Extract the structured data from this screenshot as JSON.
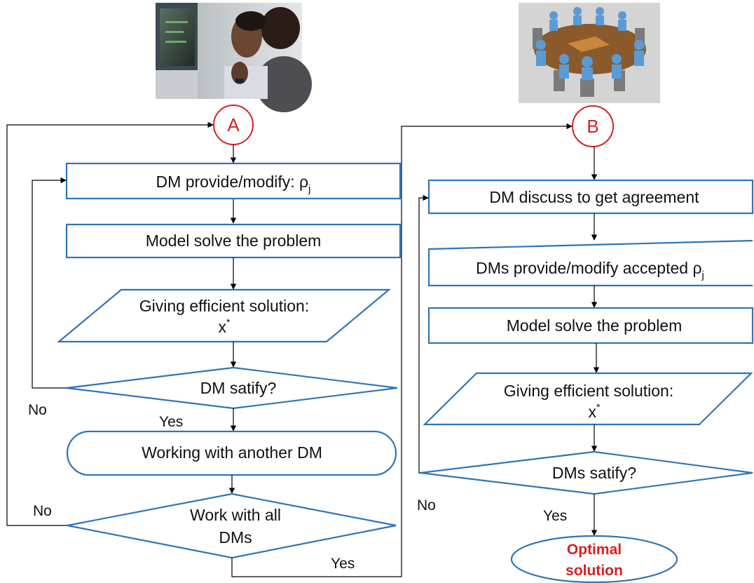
{
  "left": {
    "connector": "A",
    "provide": "DM provide/modify: ρ",
    "provide_sub": "j",
    "model": "Model solve the problem",
    "giving_line1": "Giving efficient solution:",
    "giving_x": "x",
    "giving_sup": "*",
    "satisfy": "DM satify?",
    "no1": "No",
    "yes1": "Yes",
    "working": "Working with another DM",
    "no2": "No",
    "workall_line1": "Work with all",
    "workall_line2": "DMs",
    "yes2": "Yes"
  },
  "right": {
    "connector": "B",
    "discuss": "DM discuss to get agreement",
    "provide": "DMs provide/modify accepted ρ",
    "provide_sub": "j",
    "model": "Model solve the problem",
    "giving_line1": "Giving efficient solution:",
    "giving_x": "x",
    "giving_sup": "*",
    "satisfy": "DMs satify?",
    "no": "No",
    "yes": "Yes",
    "optimal_line1": "Optimal",
    "optimal_line2": "solution"
  },
  "colors": {
    "box_stroke": "#2e75b6",
    "connector_red": "#d62020",
    "arrow": "#000000"
  },
  "images": {
    "left_photo": "two-men-at-computer-photo",
    "right_photo": "meeting-table-figures-image"
  }
}
